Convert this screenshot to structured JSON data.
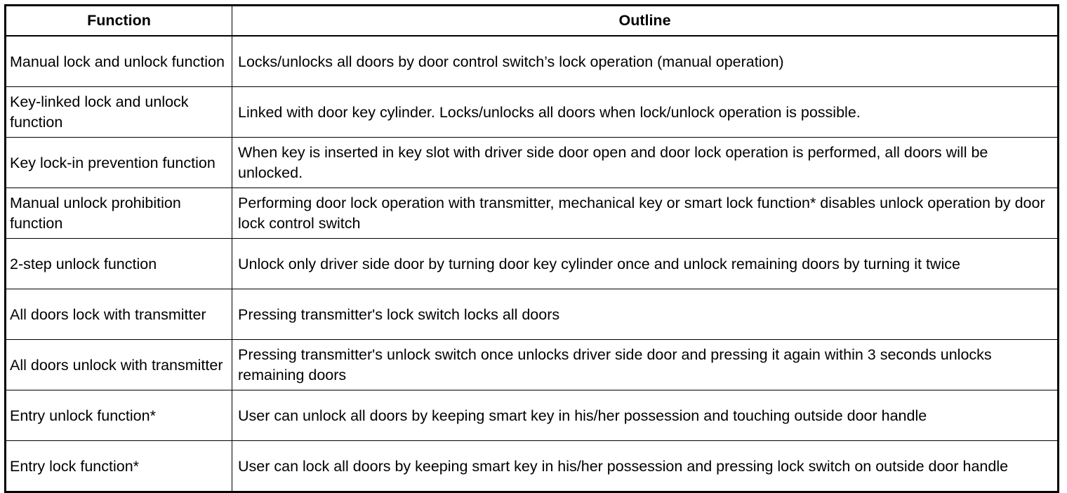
{
  "table": {
    "headers": [
      "Function",
      "Outline"
    ],
    "rows": [
      {
        "function": "Manual lock and unlock function",
        "outline": "Locks/unlocks all doors by door control switch’s lock operation (manual operation)"
      },
      {
        "function": "Key-linked lock and unlock function",
        "outline": "Linked with door key cylinder. Locks/unlocks all doors when lock/unlock operation is possible."
      },
      {
        "function": "Key lock-in prevention function",
        "outline": "When key is inserted in key slot with driver side door open and door lock operation is performed, all doors will be unlocked."
      },
      {
        "function": "Manual unlock prohibition function",
        "outline": "Performing door lock operation with transmitter, mechanical key or smart lock function* disables unlock operation by door lock control switch"
      },
      {
        "function": "2-step unlock function",
        "outline": "Unlock only driver side door by turning door key cylinder once and unlock remaining doors by turning it twice"
      },
      {
        "function": "All doors lock with transmitter",
        "outline": "Pressing transmitter's lock switch locks all doors"
      },
      {
        "function": "All doors unlock with transmitter",
        "outline": "Pressing transmitter's unlock switch once unlocks driver side door and pressing it again within 3 seconds unlocks remaining doors"
      },
      {
        "function": "Entry unlock function*",
        "outline": "User can unlock all doors by keeping smart key in his/her possession and touching outside door handle"
      },
      {
        "function": "Entry lock function*",
        "outline": "User can lock all doors by keeping smart key in his/her possession and pressing lock switch on outside door handle"
      }
    ]
  }
}
